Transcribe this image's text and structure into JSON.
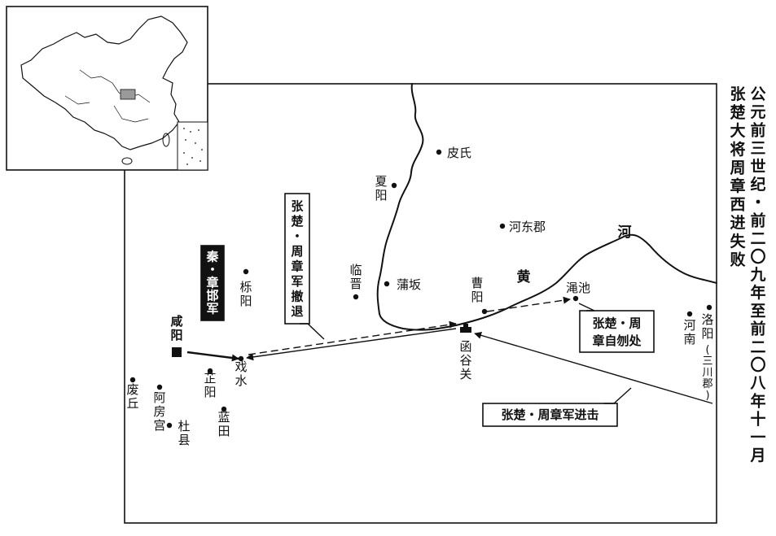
{
  "map": {
    "title_lines": [
      "公元前三世纪・前二〇九年至前二〇八年十一月",
      "张楚大将周章西进失败"
    ],
    "rivers": [
      {
        "id": "huang",
        "chars": [
          "黄",
          "河"
        ]
      }
    ],
    "places": [
      {
        "id": "pishi",
        "name": "皮氏",
        "orient": "h"
      },
      {
        "id": "xiayang",
        "name": "夏阳",
        "orient": "v"
      },
      {
        "id": "hedongjun",
        "name": "河东郡",
        "orient": "h"
      },
      {
        "id": "linjin",
        "name": "临晋",
        "orient": "v"
      },
      {
        "id": "puban",
        "name": "蒲坂",
        "orient": "h"
      },
      {
        "id": "caoyang",
        "name": "曹阳",
        "orient": "v"
      },
      {
        "id": "mianchi",
        "name": "渑池",
        "orient": "h"
      },
      {
        "id": "henan",
        "name": "河南",
        "orient": "v"
      },
      {
        "id": "luoyang",
        "name": "洛阳",
        "orient": "v",
        "sub": "(三川郡)"
      },
      {
        "id": "hanguguan",
        "name": "函谷关",
        "orient": "v",
        "marker": "pass"
      },
      {
        "id": "yueyang",
        "name": "栎阳",
        "orient": "v"
      },
      {
        "id": "xianyang",
        "name": "咸阳",
        "orient": "v",
        "marker": "capital"
      },
      {
        "id": "xishui",
        "name": "戏水",
        "orient": "v"
      },
      {
        "id": "zhiyang",
        "name": "芷阳",
        "orient": "v"
      },
      {
        "id": "lantian",
        "name": "蓝田",
        "orient": "v"
      },
      {
        "id": "feiqiu",
        "name": "废丘",
        "orient": "v"
      },
      {
        "id": "afanggong",
        "name": "阿房宫",
        "orient": "v"
      },
      {
        "id": "duxian",
        "name": "杜县",
        "orient": "v"
      }
    ],
    "callouts": [
      {
        "id": "qin",
        "lines": [
          "秦・章邯军"
        ],
        "orient": "v",
        "style": "inverse"
      },
      {
        "id": "retreat",
        "lines": [
          "张楚・周章军撤退"
        ],
        "orient": "v",
        "style": "normal"
      },
      {
        "id": "advance",
        "lines": [
          "张楚・周章军进击"
        ],
        "orient": "h",
        "style": "normal"
      },
      {
        "id": "suicide",
        "lines": [
          "张楚・周",
          "章自刎处"
        ],
        "orient": "h",
        "style": "normal"
      }
    ],
    "colors": {
      "ink": "#111111",
      "paper": "#ffffff",
      "highlight": "#9a9a9a"
    }
  }
}
